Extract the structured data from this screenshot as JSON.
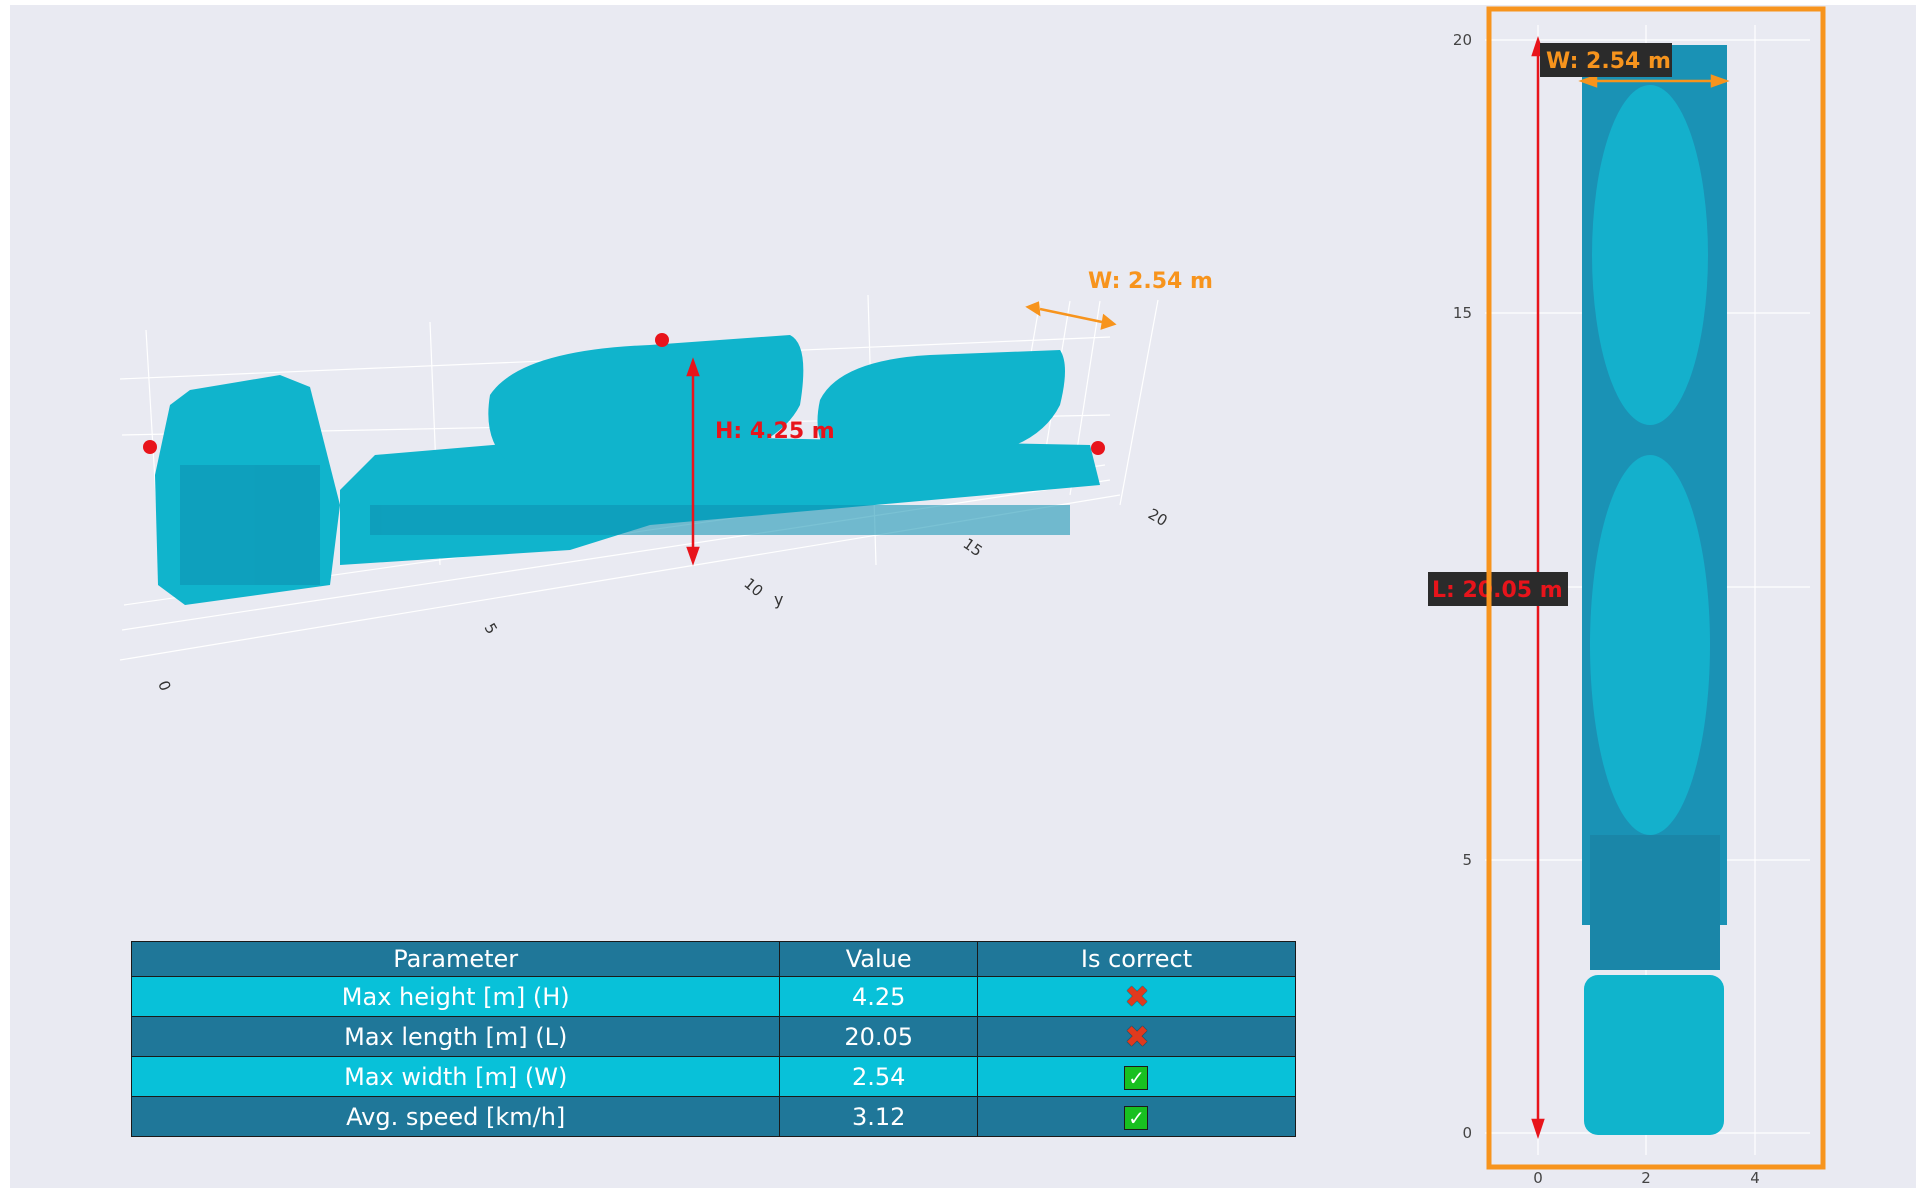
{
  "view3d": {
    "height_label": "H: 4.25 m",
    "width_label": "W: 2.54 m",
    "axis_title_y": "y",
    "y_ticks": [
      "0",
      "5",
      "10",
      "15",
      "20"
    ]
  },
  "topview": {
    "width_label": "W: 2.54 m",
    "length_label": "L: 20.05 m",
    "x_ticks": [
      "0",
      "2",
      "4"
    ],
    "y_ticks": [
      "0",
      "5",
      "15",
      "20"
    ],
    "frame_color": "#f7941d"
  },
  "table": {
    "headers": [
      "Parameter",
      "Value",
      "Is correct"
    ],
    "rows": [
      {
        "parameter": "Max height [m] (H)",
        "value": "4.25",
        "correct": false
      },
      {
        "parameter": "Max length [m] (L)",
        "value": "20.05",
        "correct": false
      },
      {
        "parameter": "Max width [m] (W)",
        "value": "2.54",
        "correct": true
      },
      {
        "parameter": "Avg. speed [km/h]",
        "value": "3.12",
        "correct": true
      }
    ]
  },
  "colors": {
    "point_cloud": "#10b4cc",
    "height_arrow": "#e8141b",
    "width_arrow": "#f7941d",
    "table_header": "#1f7799",
    "table_light_row": "#08c1d9"
  }
}
